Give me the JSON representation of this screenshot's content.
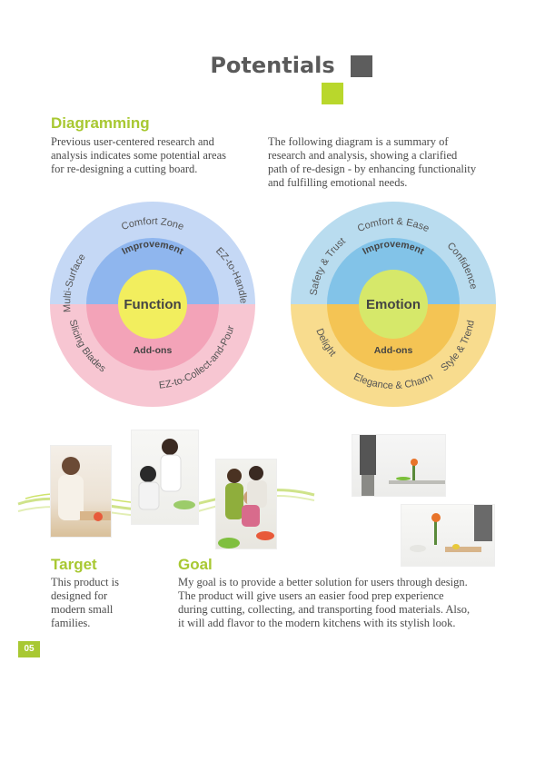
{
  "page": {
    "title": "Potentials",
    "page_number": "05"
  },
  "diagramming": {
    "heading": "Diagramming",
    "left_text": [
      "Previous user-centered research and",
      "analysis indicates some potential areas",
      "for re-designing a cutting board."
    ],
    "right_text": [
      "The following diagram is a summary of",
      "research and analysis, showing a clarified",
      "path of re-design - by enhancing functionality",
      "and fulfilling emotional needs."
    ]
  },
  "function_diagram": {
    "core": "Function",
    "inner_top": "Improvement",
    "inner_bottom": "Add-ons",
    "outer_labels": {
      "top": "Comfort Zone",
      "left": "Multi-Surface",
      "right": "EZ-to-Handle",
      "bottom_left": "Slicing Blades",
      "bottom_right": "EZ-to-Collect-and-Pour"
    },
    "colors": {
      "outer_top": "#c5d8f5",
      "outer_bottom": "#f7c6d2",
      "inner_top": "#8fb6ee",
      "inner_bottom": "#f3a3b8",
      "core": "#f2ee5e"
    }
  },
  "emotion_diagram": {
    "core": "Emotion",
    "inner_top": "Improvement",
    "inner_bottom": "Add-ons",
    "outer_labels": {
      "top": "Comfort & Ease",
      "left": "Safety & Trust",
      "right": "Confidence",
      "bottom_left": "Delight",
      "bottom": "Elegance & Charm",
      "bottom_right": "Style & Trend"
    },
    "colors": {
      "outer_top": "#b9dcef",
      "outer_bottom": "#f8dc8e",
      "inner_top": "#82c3e8",
      "inner_bottom": "#f4c454",
      "core": "#d6e86a"
    }
  },
  "target": {
    "heading": "Target",
    "lines": [
      "This product is",
      "designed for",
      "modern small",
      "families."
    ]
  },
  "goal": {
    "heading": "Goal",
    "lines": [
      "My goal is to provide a better solution for users through design.",
      "The product will give users an easier food prep experience",
      "during cutting, collecting, and transporting food materials. Also,",
      "it will add flavor to the modern kitchens with its stylish look."
    ]
  },
  "photos": [
    {
      "name": "photo-woman-cutting"
    },
    {
      "name": "photo-mother-child"
    },
    {
      "name": "photo-family-kitchen"
    },
    {
      "name": "photo-person-counter"
    },
    {
      "name": "photo-hands-cutting"
    }
  ],
  "accent_color": "#a8c832"
}
